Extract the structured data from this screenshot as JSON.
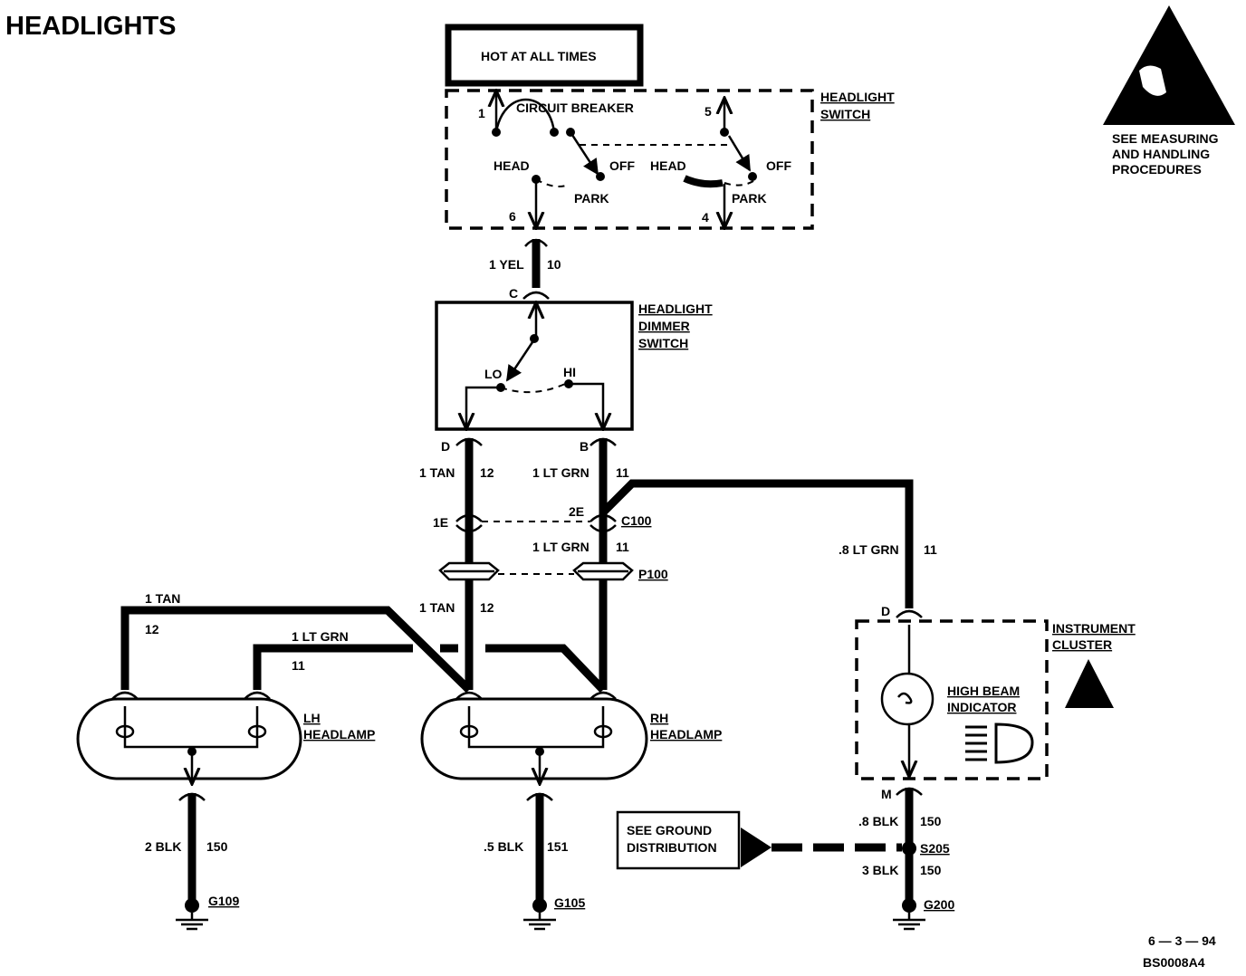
{
  "title": "HEADLIGHTS",
  "esd_note": [
    "SEE MEASURING",
    "AND HANDLING",
    "PROCEDURES"
  ],
  "power_box": "HOT AT ALL TIMES",
  "headlight_switch": {
    "name": [
      "HEADLIGHT",
      "SWITCH"
    ],
    "circuit_breaker": "CIRCUIT BREAKER",
    "pin_1": "1",
    "pin_5": "5",
    "pin_6": "6",
    "pin_4": "4",
    "head_left": "HEAD",
    "off_left": "OFF",
    "park_left": "PARK",
    "head_right": "HEAD",
    "off_right": "OFF",
    "park_right": "PARK"
  },
  "wire_switch_to_dimmer": {
    "label": "1 YEL",
    "circuit": "10"
  },
  "dimmer_switch": {
    "name": [
      "HEADLIGHT",
      "DIMMER",
      "SWITCH"
    ],
    "pin_c": "C",
    "pin_d": "D",
    "pin_b": "B",
    "lo": "LO",
    "hi": "HI"
  },
  "wire_tan_upper": {
    "label": "1 TAN",
    "circuit": "12"
  },
  "wire_ltgrn_upper": {
    "label": "1 LT GRN",
    "circuit": "11"
  },
  "connector_c100": {
    "name": "C100",
    "pin_left": "1E",
    "pin_right": "2E"
  },
  "wire_ltgrn_middle": {
    "label": "1 LT GRN",
    "circuit": "11"
  },
  "connector_p100": "P100",
  "wire_tan_lower": {
    "label": "1 TAN",
    "circuit": "12"
  },
  "wire_tan_lh": {
    "label": "1 TAN",
    "circuit": "12"
  },
  "wire_ltgrn_lh": {
    "label": "1 LT GRN",
    "circuit": "11"
  },
  "lh_headlamp": [
    "LH",
    "HEADLAMP"
  ],
  "rh_headlamp": [
    "RH",
    "HEADLAMP"
  ],
  "wire_lh_ground": {
    "label": "2 BLK",
    "circuit": "150"
  },
  "wire_rh_ground": {
    "label": ".5 BLK",
    "circuit": "151"
  },
  "ground_g109": "G109",
  "ground_g105": "G105",
  "wire_cluster_feed": {
    "label": ".8 LT GRN",
    "circuit": "11"
  },
  "instrument_cluster": {
    "name": [
      "INSTRUMENT",
      "CLUSTER"
    ],
    "pin_d": "D",
    "pin_m": "M",
    "indicator": [
      "HIGH BEAM",
      "INDICATOR"
    ]
  },
  "ground_distribution_box": [
    "SEE GROUND",
    "DISTRIBUTION"
  ],
  "wire_cluster_ground": {
    "label": ".8 BLK",
    "circuit": "150"
  },
  "splice_s205": "S205",
  "wire_s205_ground": {
    "label": "3 BLK",
    "circuit": "150"
  },
  "ground_g200": "G200",
  "date_code": "6 — 3 — 94",
  "figure_code": "BS0008A4"
}
